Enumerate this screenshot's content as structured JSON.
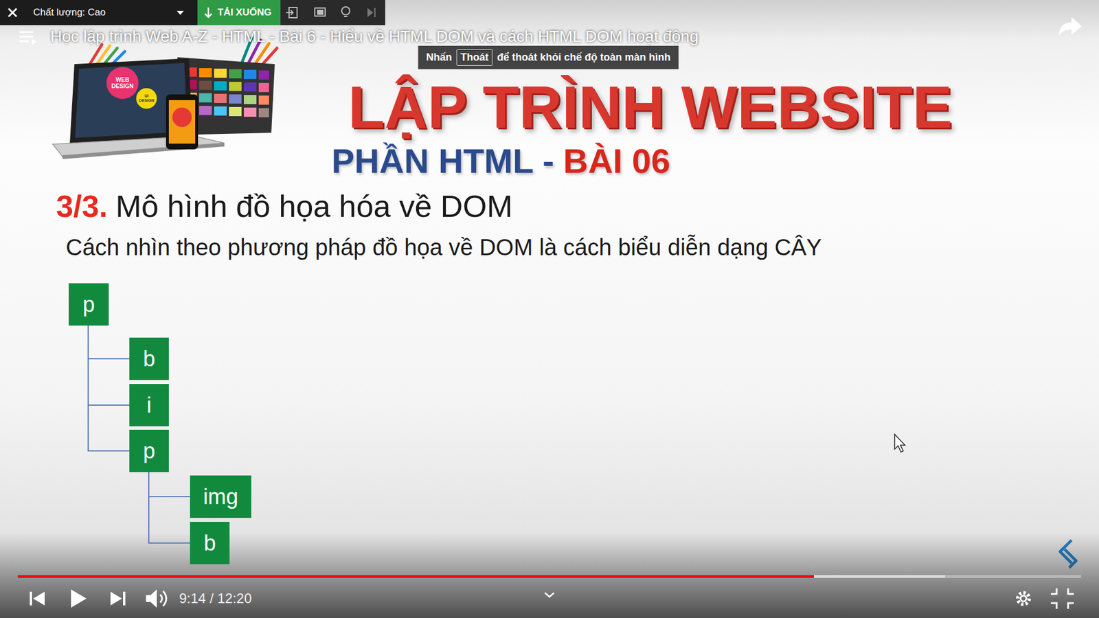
{
  "diagram": {
    "title": "LẬP TRÌNH WEBSITE",
    "nodes": [
      {
        "text": [
          "p"
        ]
      },
      {
        "text": [
          "b"
        ]
      },
      {
        "text": [
          "i"
        ]
      },
      {
        "text": [
          "p"
        ]
      },
      {
        "text": [
          "img"
        ]
      },
      {
        "text": [
          "b"
        ]
      }
    ],
    "edges": [
      {
        "from": 0,
        "to": 1,
        "arrow": "none"
      },
      {
        "from": 0,
        "to": 2,
        "arrow": "none"
      },
      {
        "from": 0,
        "to": 3,
        "arrow": "none"
      },
      {
        "from": 3,
        "to": 4,
        "arrow": "none"
      },
      {
        "from": 3,
        "to": 5,
        "arrow": "none"
      }
    ],
    "labels": [
      "Chất lượng: Cao",
      "TẢI XUỐNG",
      "Học lập trình Web A-Z - HTML - Bài 6 - Hiểu về HTML DOM và cách HTML DOM hoạt động",
      "Nhấn",
      "Thoát",
      "để thoát khỏi chế độ toàn màn hình",
      "WEB DESIGN",
      "UI DESIGN",
      "PHẦN HTML -",
      "BÀI 06",
      "3/3.",
      "Mô hình đồ họa hóa về DOM",
      "Cách nhìn theo phương pháp đồ họa về DOM là cách biểu diễn dạng CÂY",
      "9:14 / 12:20"
    ]
  }
}
